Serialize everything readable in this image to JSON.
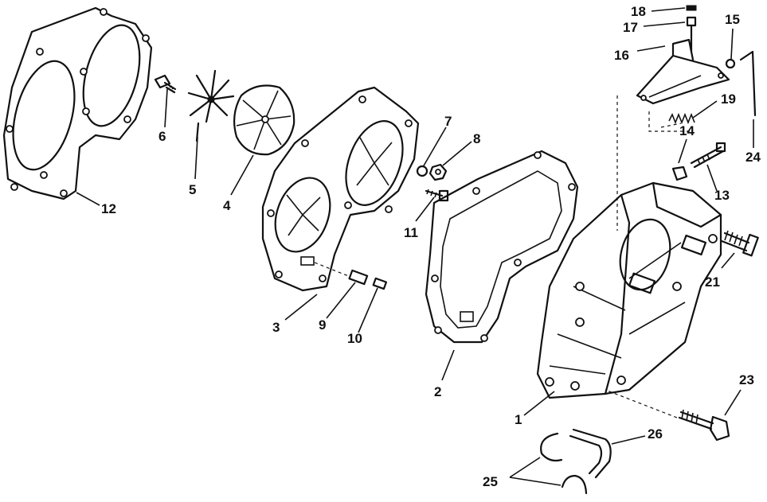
{
  "callouts": {
    "c1": "1",
    "c2": "2",
    "c3": "3",
    "c4": "4",
    "c5": "5",
    "c6": "6",
    "c7": "7",
    "c8": "8",
    "c9": "9",
    "c10": "10",
    "c11": "11",
    "c12": "12",
    "c13": "13",
    "c14": "14",
    "c15": "15",
    "c16": "16",
    "c17": "17",
    "c18": "18",
    "c19": "19",
    "c21": "21",
    "c23": "23",
    "c24": "24",
    "c25": "25",
    "c26": "26"
  }
}
